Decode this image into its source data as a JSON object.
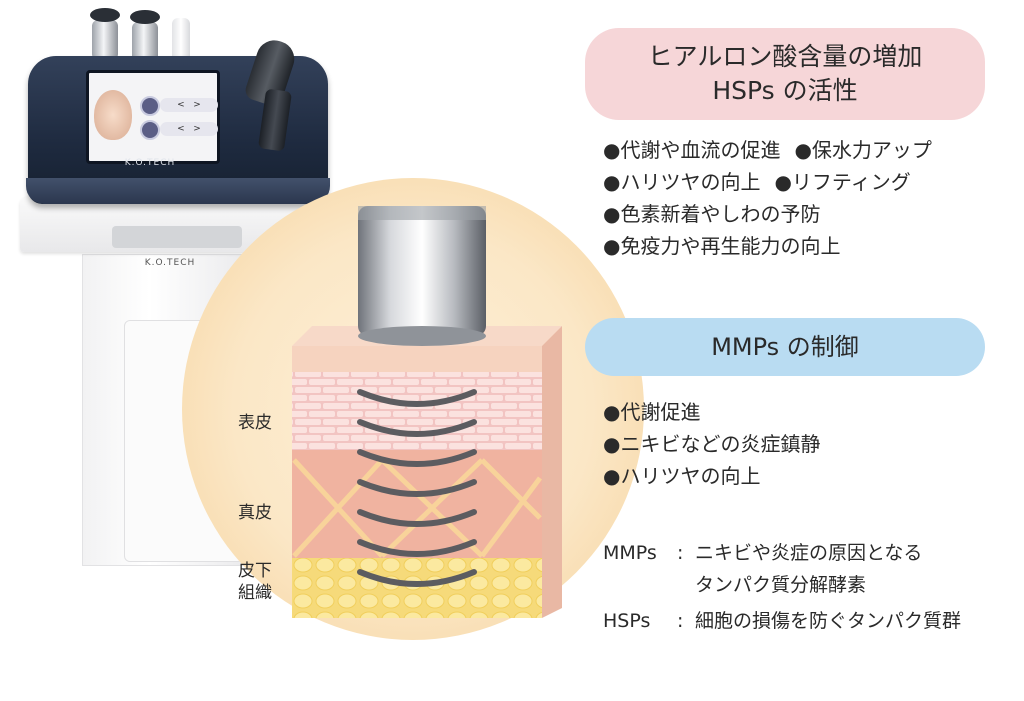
{
  "device": {
    "brand_screen": "K.O.TECH",
    "brand_cart": "K.O.TECH"
  },
  "illustration": {
    "layers": [
      "表皮",
      "真皮",
      "皮下\n組織"
    ]
  },
  "hsps_box": {
    "title_line1": "ヒアルロン酸含量の増加",
    "title_line2": "HSPs の活性",
    "color": "#f6d6d8",
    "bullets": [
      [
        "代謝や血流の促進",
        "保水力アップ"
      ],
      [
        "ハリツヤの向上",
        "リフティング"
      ],
      [
        "色素新着やしわの予防"
      ],
      [
        "免疫力や再生能力の向上"
      ]
    ]
  },
  "mmps_box": {
    "title": "MMPs の制御",
    "color": "#b9dcf2",
    "bullets": [
      "代謝促進",
      "ニキビなどの炎症鎮静",
      "ハリツヤの向上"
    ]
  },
  "definitions": [
    {
      "term": "MMPs",
      "colon": ":",
      "text_line1": "ニキビや炎症の原因となる",
      "text_line2": "タンパク質分解酵素"
    },
    {
      "term": "HSPs",
      "colon": ":",
      "text_line1": "細胞の損傷を防ぐタンパク質群",
      "text_line2": ""
    }
  ]
}
